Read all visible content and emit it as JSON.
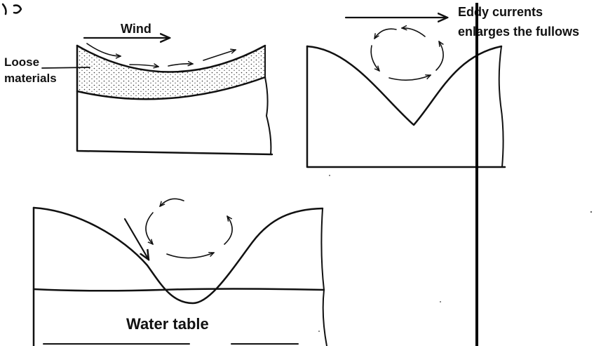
{
  "diagram": {
    "top_left_panel": {
      "wind_label": "Wind",
      "loose_label_line1": "Loose",
      "loose_label_line2": "materials"
    },
    "top_right_panel": {
      "eddy_label_line1": "Eddy currents",
      "eddy_label_line2": "enlarges the fullows"
    },
    "bottom_panel": {
      "water_table_label": "Water table"
    }
  }
}
